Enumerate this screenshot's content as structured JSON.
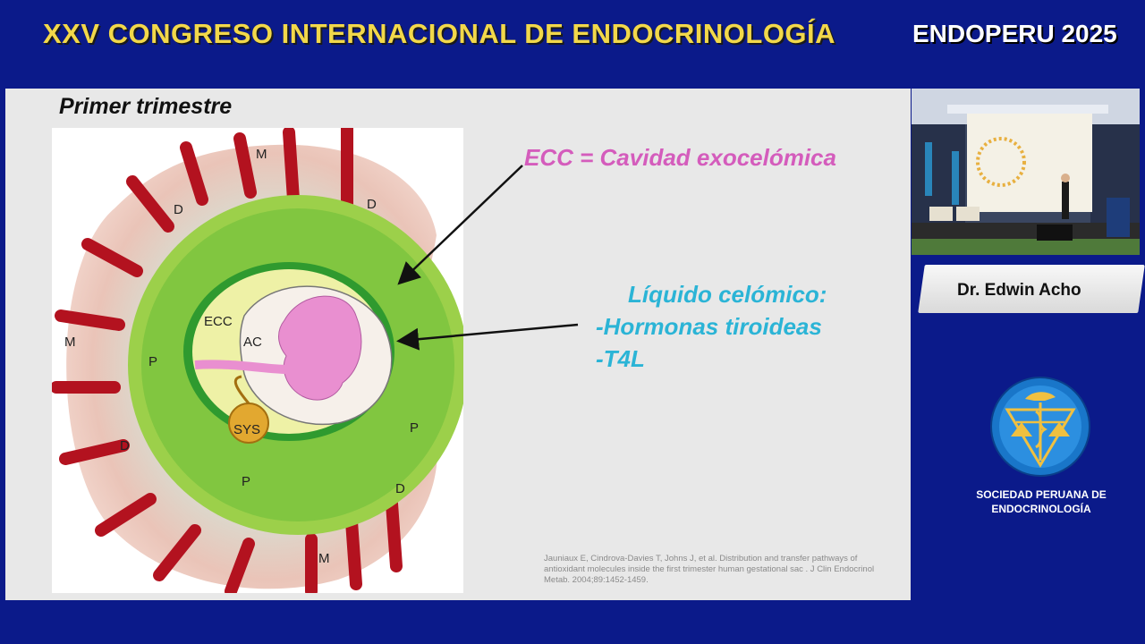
{
  "header": {
    "conference_title": "XXV CONGRESO INTERNACIONAL DE ENDOCRINOLOGÍA",
    "event_tag": "ENDOPERU 2025"
  },
  "slide": {
    "heading": "Primer trimestre",
    "ecc_label": "ECC = Cavidad exocelómica",
    "liquid": {
      "title": "Líquido celómico:",
      "items": [
        "-Hormonas tiroideas",
        "-T4L"
      ]
    },
    "citation": "Jauniaux E, Cindrova-Davies T, Johns J, et al. Distribution and transfer pathways of antioxidant molecules inside the first trimester human gestational sac . J Clin Endocrinol Metab. 2004;89:1452-1459.",
    "diagram_labels": {
      "m": "M",
      "d": "D",
      "p": "P",
      "ecc": "ECC",
      "ac": "AC",
      "sys": "SYS"
    }
  },
  "sidebar": {
    "speaker_name": "Dr. Edwin Acho",
    "society_name": "SOCIEDAD PERUANA DE ENDOCRINOLOGÍA"
  },
  "colors": {
    "frame_blue": "#0b1a8a",
    "title_yellow": "#f2d84a",
    "ecc_pink": "#d45cbc",
    "liquid_cyan": "#2bb4d6"
  }
}
